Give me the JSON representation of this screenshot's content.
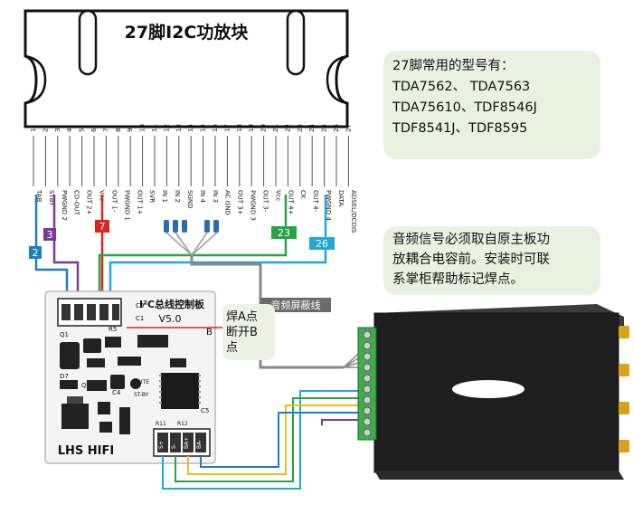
{
  "chip": {
    "title": "27脚I2C功放块",
    "pin_numbers": [
      "1",
      "2",
      "3",
      "4",
      "5",
      "6",
      "7",
      "8",
      "9",
      "10",
      "11",
      "12",
      "13",
      "14",
      "15",
      "16",
      "17",
      "18",
      "19",
      "20",
      "21",
      "22",
      "23",
      "24",
      "25",
      "26",
      "27"
    ],
    "pin_labels": [
      "TAB",
      "STBY",
      "PWGND 2",
      "CD-OUT",
      "OUT 2+",
      "Vcc",
      "OUT 1-",
      "PWGND 1",
      "OUT 1+",
      "SVR",
      "IN 1",
      "IN 2",
      "SGND",
      "IN 4",
      "IN 3",
      "AC GND",
      "OUT 3+",
      "PWGND 3",
      "OUT 3-",
      "Vcc",
      "OUT 4+",
      "CK",
      "OUT 4-",
      "PWGND 4",
      "DATA",
      "ADSEL/DCDIS"
    ]
  },
  "callouts": {
    "models": {
      "line1": "27脚常用的型号有：",
      "line2": "TDA7562、 TDA7563",
      "line3": "TDA75610、TDF8546J",
      "line4": "TDF8541J、TDF8595"
    },
    "signal": {
      "line1": "音频信号必须取自原主板功",
      "line2": "放耦合电容前。安装时可联",
      "line3": "系掌柜帮助标记焊点。"
    },
    "solder": {
      "line1": "焊A点",
      "line2": "断开B",
      "line3": "点"
    }
  },
  "wire_tags": {
    "t2": "2",
    "t3": "3",
    "t7": "7",
    "t23": "23",
    "t26": "26",
    "shield": "音频屏蔽线"
  },
  "board": {
    "title": "I²C总线控制板",
    "version": "V5.0",
    "brand": "LHS HIFI",
    "labels": {
      "c9": "C9",
      "r5": "R5",
      "q1": "Q1",
      "c1": "C1",
      "d7": "D7",
      "q2": "Q2",
      "c4": "C4",
      "c5": "C5",
      "mute": "MUTE",
      "stby": "ST-BY",
      "r11": "R11",
      "r12": "R12",
      "b": "B"
    },
    "bottom_pins": [
      "S+",
      "S-",
      "BA+",
      "BA-"
    ]
  },
  "colors": {
    "wire_red": "#d8261c",
    "wire_purple": "#7b3a9a",
    "wire_blue": "#1f7ec2",
    "wire_green": "#2aa24a",
    "wire_cyan": "#23a7d8",
    "wire_gray": "#8a8a8a",
    "wire_yellow": "#e5c21a",
    "note_bg": "#e9f2e1",
    "module_body": "#1e1e1e",
    "terminal_green": "#3fae4a",
    "rca_gold": "#d9a21a"
  }
}
